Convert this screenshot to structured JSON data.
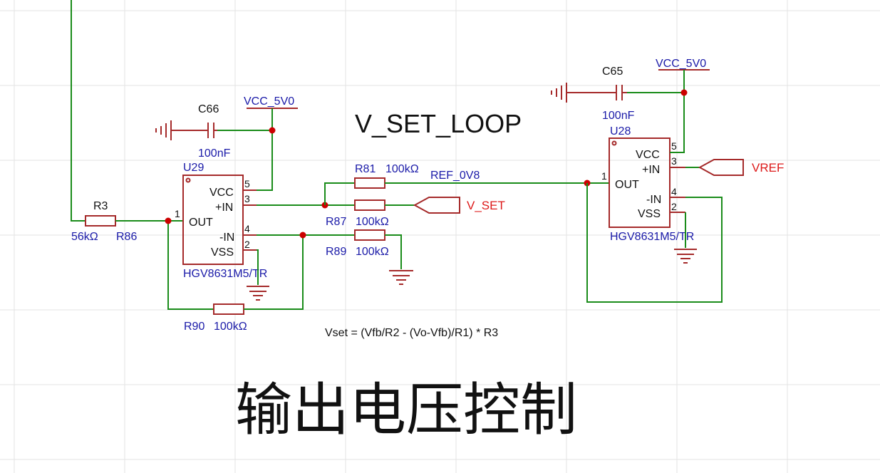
{
  "title": "V_SET_LOOP",
  "formula": "Vset = (Vfb/R2 - (Vo-Vfb)/R1) * R3",
  "caption": "输出电压控制",
  "nets": {
    "vcc_left": "VCC_5V0",
    "vcc_right": "VCC_5V0",
    "ref": "REF_0V8",
    "vset_port": "V_SET",
    "vref_port": "VREF"
  },
  "ics": {
    "u29": {
      "ref": "U29",
      "part": "HGV8631M5/TR",
      "pin_vcc": "VCC",
      "pin_inp": "+IN",
      "pin_out": "OUT",
      "pin_inn": "-IN",
      "pin_vss": "VSS",
      "n1": "1",
      "n2": "2",
      "n3": "3",
      "n4": "4",
      "n5": "5"
    },
    "u28": {
      "ref": "U28",
      "part": "HGV8631M5/TR",
      "pin_vcc": "VCC",
      "pin_inp": "+IN",
      "pin_out": "OUT",
      "pin_inn": "-IN",
      "pin_vss": "VSS",
      "n1": "1",
      "n2": "2",
      "n3": "3",
      "n4": "4",
      "n5": "5"
    }
  },
  "caps": {
    "c66": {
      "ref": "C66",
      "value": "100nF"
    },
    "c65": {
      "ref": "C65",
      "value": "100nF"
    }
  },
  "resistors": {
    "r3": {
      "ref": "R3",
      "value": "56kΩ"
    },
    "r86": {
      "ref": "R86"
    },
    "r81": {
      "ref": "R81",
      "value": "100kΩ"
    },
    "r87": {
      "ref": "R87",
      "value": "100kΩ"
    },
    "r89": {
      "ref": "R89",
      "value": "100kΩ"
    },
    "r90": {
      "ref": "R90",
      "value": "100kΩ"
    }
  },
  "colors": {
    "wire": "#1a8c1a",
    "component": "#a52a2a",
    "designator": "#1a1aa8",
    "net_port": "#dd1a1a",
    "junction": "#cc0000",
    "grid": "#e3e3e3"
  }
}
